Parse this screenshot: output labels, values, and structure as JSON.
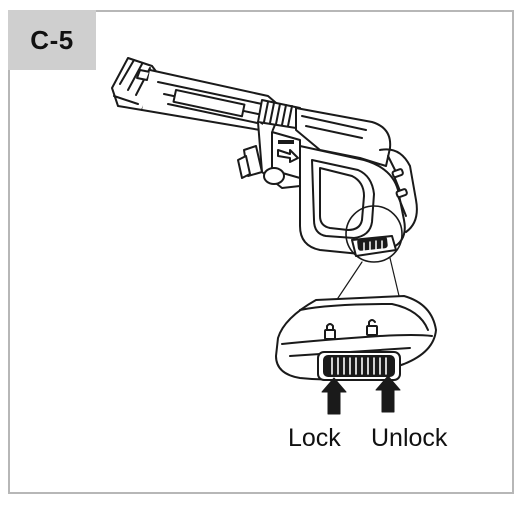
{
  "step": {
    "label": "C-5"
  },
  "labels": {
    "lock": "Lock",
    "unlock": "Unlock"
  },
  "icons": {
    "lock_arrow": "up-arrow-icon",
    "unlock_arrow": "up-arrow-icon",
    "padlock_closed": "padlock-closed-icon",
    "padlock_open": "padlock-open-icon"
  },
  "colors": {
    "frame_border": "#b7b7b7",
    "badge_background": "#cfcfcf",
    "line_art": "#1a1a1a"
  }
}
